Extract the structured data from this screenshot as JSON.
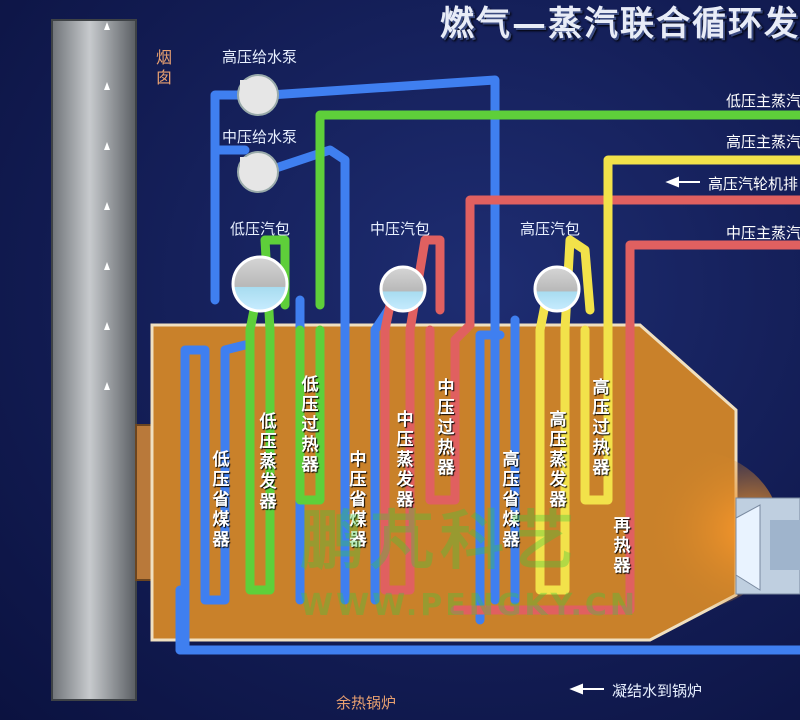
{
  "title": "燃气—蒸汽联合循环发",
  "chimney": "烟囱",
  "pumps": {
    "hp": "高压给水泵",
    "ip": "中压给水泵"
  },
  "drums": {
    "lp": "低压汽包",
    "ip": "中压汽包",
    "hp": "高压汽包"
  },
  "outputs": {
    "lp_main": "低压主蒸汽",
    "hp_main": "高压主蒸汽",
    "hp_turbine": "高压汽轮机排",
    "ip_main": "中压主蒸汽"
  },
  "sections": {
    "lp_econ": "低压省煤器",
    "lp_evap": "低压蒸发器",
    "lp_super": "低压过热器",
    "ip_econ": "中压省煤器",
    "ip_evap": "中压蒸发器",
    "ip_super": "中压过热器",
    "hp_econ": "高压省煤器",
    "hp_evap": "高压蒸发器",
    "hp_super": "高压过热器",
    "reheater": "再热器"
  },
  "boiler": "余热锅炉",
  "condensate": "凝结水到锅炉",
  "watermark": {
    "main": "鹏芃科艺",
    "url": "WWW.PENGKY.CN"
  },
  "colors": {
    "water": "#3f7ff0",
    "lp_steam": "#5ecf3a",
    "hp_steam": "#f2e24a",
    "ip_steam": "#e06060",
    "casing": "#c9812a"
  }
}
